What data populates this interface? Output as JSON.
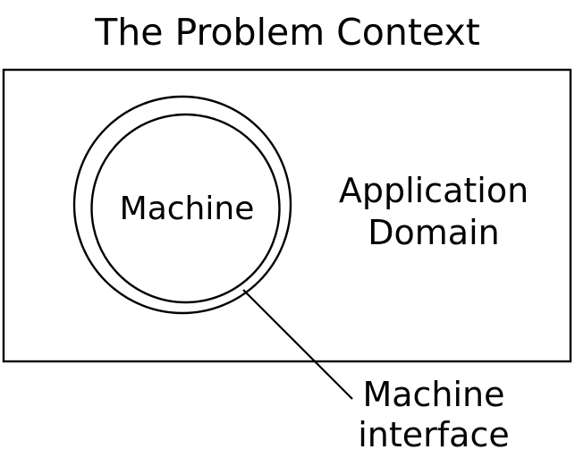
{
  "title": "The Problem Context",
  "diagram": {
    "machine_label": "Machine",
    "application_domain_label": "Application Domain",
    "machine_interface_label": "Machine interface"
  },
  "colors": {
    "stroke": "#000000",
    "text": "#000000",
    "background": "#ffffff"
  }
}
